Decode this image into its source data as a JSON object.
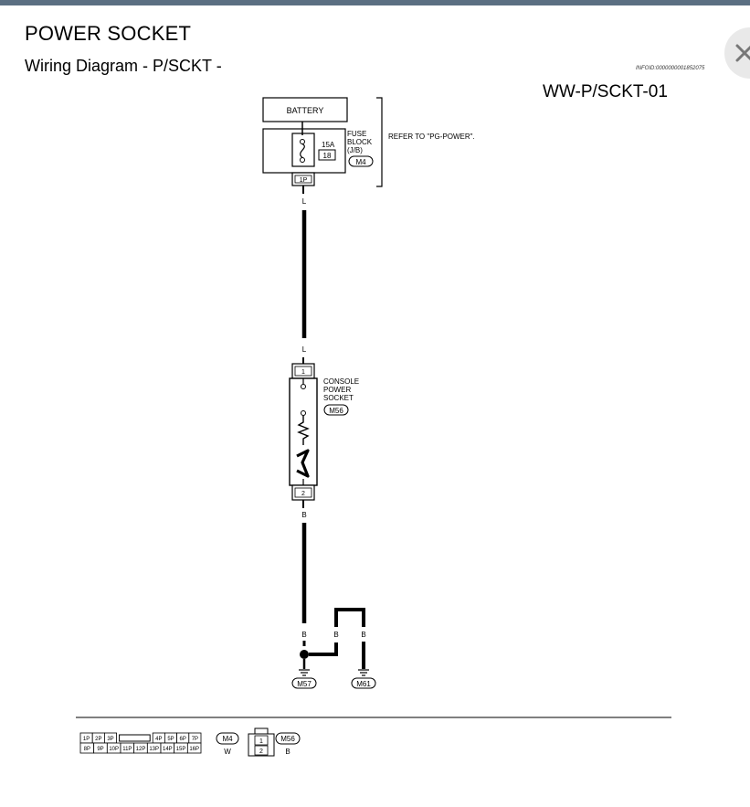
{
  "header": {
    "title": "POWER SOCKET",
    "subtitle": "Wiring Diagram - P/SCKT -",
    "info_id": "INFOID:0000000001852075",
    "diagram_id": "WW-P/SCKT-01"
  },
  "diagram": {
    "battery_label": "BATTERY",
    "fuse_rating": "15A",
    "fuse_number": "18",
    "fuse_block_label": [
      "FUSE",
      "BLOCK",
      "(J/B)"
    ],
    "fuse_block_connector": "M4",
    "fuse_block_pin": "1P",
    "refer_note": "REFER TO \"PG-POWER\".",
    "wire_upper_color": "L",
    "wire_upper_color_lower": "L",
    "socket_pin_top": "1",
    "socket_pin_bottom": "2",
    "socket_label": [
      "CONSOLE",
      "POWER",
      "SOCKET"
    ],
    "socket_connector": "M56",
    "wire_lower_color": "B",
    "ground_wire_left": "B",
    "ground_wire_mid": "B",
    "ground_wire_right": "B",
    "ground_left": "M57",
    "ground_right": "M61"
  },
  "legend": {
    "m4_top_pins": [
      "1P",
      "2P",
      "3P",
      "4P",
      "5P",
      "6P",
      "7P"
    ],
    "m4_bottom_pins": [
      "8P",
      "9P",
      "10P",
      "11P",
      "12P",
      "13P",
      "14P",
      "15P",
      "16P"
    ],
    "m4_connector": "M4",
    "m4_color": "W",
    "m56_pins": [
      "1",
      "2"
    ],
    "m56_connector": "M56",
    "m56_color": "B"
  }
}
